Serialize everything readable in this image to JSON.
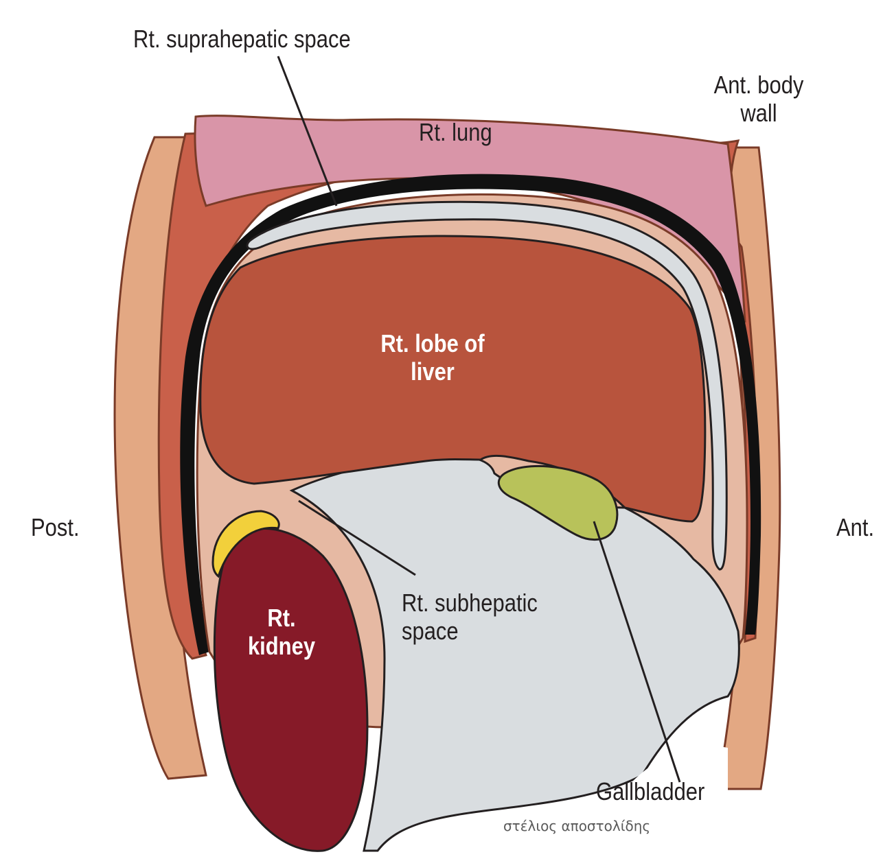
{
  "labels": {
    "suprahepatic": "Rt. suprahepatic space",
    "ant_body_wall_line1": "Ant. body",
    "ant_body_wall_line2": "wall",
    "lung": "Rt. lung",
    "liver_line1": "Rt. lobe of",
    "liver_line2": "liver",
    "post": "Post.",
    "ant": "Ant.",
    "subhepatic_line1": "Rt. subhepatic",
    "subhepatic_line2": "space",
    "kidney_line1": "Rt.",
    "kidney_line2": "kidney",
    "gallbladder": "Gallbladder"
  },
  "credit": "στέλιος αποστολίδης",
  "colors": {
    "body_wall": "#e3a883",
    "muscle": "#c9604a",
    "lung": "#d995a8",
    "diaphragm": "#111111",
    "peritoneum": "#e6b9a3",
    "space": "#d9dde0",
    "liver": "#b8543d",
    "kidney": "#861a28",
    "adrenal": "#f2d03b",
    "gallbladder": "#b8c25a"
  }
}
